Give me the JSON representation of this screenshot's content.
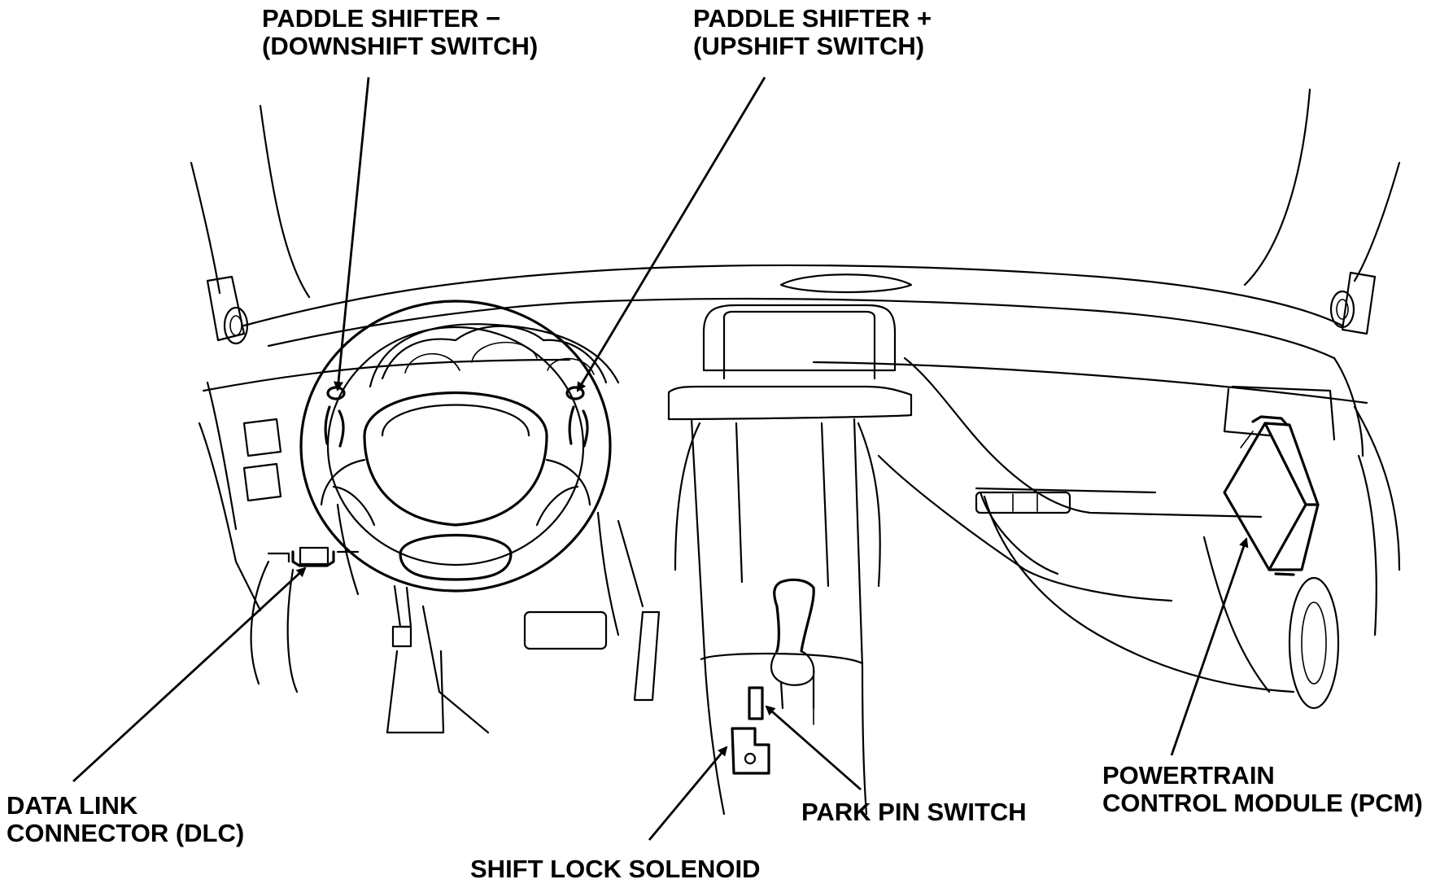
{
  "labels": {
    "paddle_minus": [
      "PADDLE SHIFTER −",
      "(DOWNSHIFT SWITCH)"
    ],
    "paddle_plus": [
      "PADDLE SHIFTER +",
      "(UPSHIFT SWITCH)"
    ],
    "dlc": [
      "DATA LINK",
      "CONNECTOR (DLC)"
    ],
    "park_pin": "PARK PIN SWITCH",
    "shift_lock": "SHIFT LOCK SOLENOID",
    "pcm": [
      "POWERTRAIN",
      "CONTROL MODULE (PCM)"
    ]
  }
}
